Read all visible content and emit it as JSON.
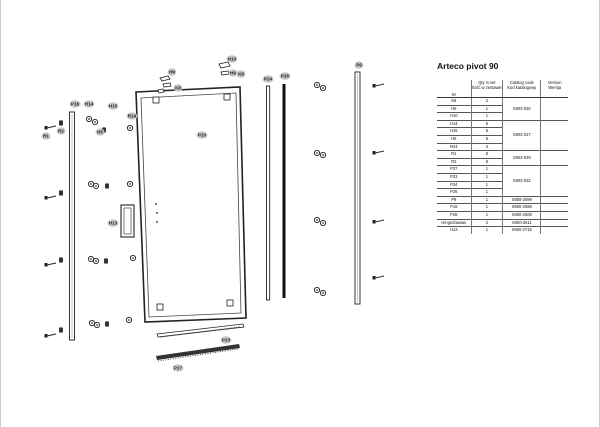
{
  "title": "Arteco pivot 90",
  "table": {
    "headers": {
      "nr": "Nr",
      "qty": [
        "Qty in set",
        "Ilość w zestawie"
      ],
      "catalog": [
        "Catalog code",
        "Kod katalogowy"
      ],
      "version": [
        "Version",
        "Wersja"
      ]
    },
    "rows": [
      {
        "nr": "K8",
        "qty": "2"
      },
      {
        "nr": "H9",
        "qty": "1"
      },
      {
        "nr": "H10",
        "qty": "1"
      },
      {
        "nr": "H14",
        "qty": "6"
      },
      {
        "nr": "H15",
        "qty": "6"
      },
      {
        "nr": "H5",
        "qty": "6"
      },
      {
        "nr": "R24",
        "qty": "4"
      },
      {
        "nr": "R1",
        "qty": "8"
      },
      {
        "nr": "R2",
        "qty": "8"
      },
      {
        "nr": "P27",
        "qty": "1"
      },
      {
        "nr": "P23",
        "qty": "1"
      },
      {
        "nr": "P24",
        "qty": "1"
      },
      {
        "nr": "P26",
        "qty": "1"
      },
      {
        "nr": "P9",
        "qty": "1"
      },
      {
        "nr": "P18",
        "qty": "1"
      },
      {
        "nr": "P28",
        "qty": "1"
      },
      {
        "nr": "Hinge/Zawias",
        "qty": "2"
      },
      {
        "nr": "H13",
        "qty": "1"
      }
    ],
    "group_codes": [
      {
        "code": "S903-026",
        "start": 0,
        "span": 3
      },
      {
        "code": "S903-027",
        "start": 3,
        "span": 4
      },
      {
        "code": "S903-029",
        "start": 7,
        "span": 2
      },
      {
        "code": "S903-032",
        "start": 9,
        "span": 4
      },
      {
        "code": "S900-2599",
        "start": 13,
        "span": 1
      },
      {
        "code": "S900-2598",
        "start": 14,
        "span": 1
      },
      {
        "code": "S900-2608",
        "start": 15,
        "span": 1
      },
      {
        "code": "S900-2611",
        "start": 16,
        "span": 1
      },
      {
        "code": "S900-2715",
        "start": 17,
        "span": 1
      }
    ]
  },
  "callouts": {
    "k8": "K8",
    "h9": "H9",
    "h10": "H10",
    "h14": "H14",
    "h15": "H15",
    "h5": "H5",
    "r24": "R24",
    "r1": "R1",
    "r2": "R2",
    "p18": "P18",
    "p20": "P20",
    "p13": "H13",
    "p24": "P24",
    "p26": "P26",
    "p9": "P9",
    "p23": "P23",
    "p27": "P27"
  },
  "colors": {
    "line": "#222222",
    "callout_fill": "#c8c8c8",
    "profile": "#333333"
  }
}
